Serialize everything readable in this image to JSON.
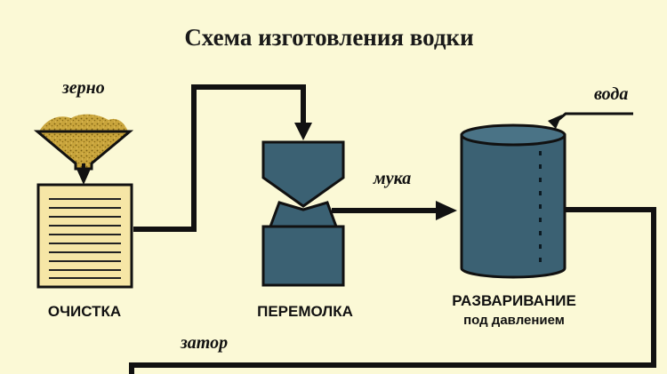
{
  "title": "Схема изготовления водки",
  "flows": {
    "grain": "зерно",
    "flour": "мука",
    "water": "вода",
    "mash": "затор"
  },
  "stages": {
    "cleaning": "ОЧИСТКА",
    "milling": "ПЕРЕМОЛКА",
    "cooking": "РАЗВАРИВАНИЕ",
    "cooking_sub": "под давлением"
  },
  "colors": {
    "background": "#fbf9d6",
    "equipment": "#3b6173",
    "grain": "#c9a53c",
    "cleaner_box": "#f6e6a6",
    "line": "#111111"
  }
}
